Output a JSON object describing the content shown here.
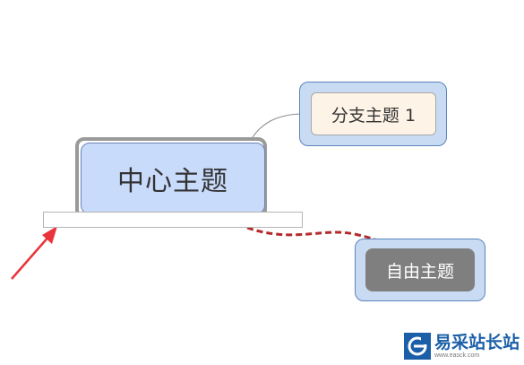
{
  "mindmap": {
    "central_topic": {
      "label": "中心主题"
    },
    "branch_topic": {
      "label": "分支主题 1"
    },
    "floating_topic": {
      "label": "自由主题"
    }
  },
  "annotation": {
    "arrow_color": "#e8343a"
  },
  "relationship": {
    "line_color": "#b42a2a"
  },
  "watermark": {
    "site_name": "易采站长站",
    "url": "www.easck.com"
  },
  "colors": {
    "central_fill": "#c9dbfb",
    "branch_fill": "#fdf3e7",
    "topic_frame": "#c8dbf3",
    "floating_fill": "#7f7f7f",
    "brand_blue": "#1b5fa8"
  }
}
